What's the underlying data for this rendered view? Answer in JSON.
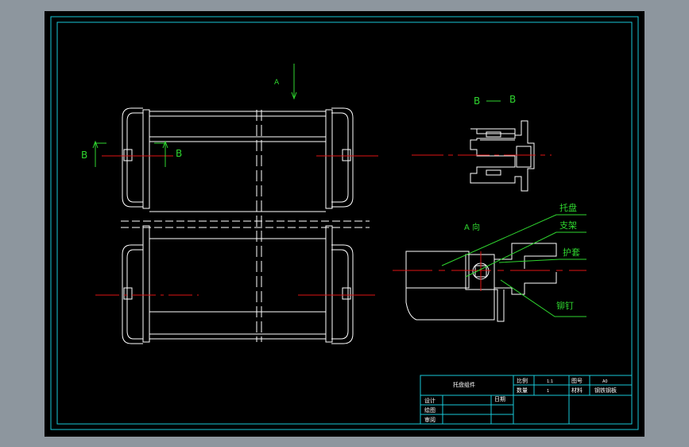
{
  "drawing": {
    "view_a_arrow_label": "A",
    "section_b_left_label": "B",
    "section_b_right_label": "B",
    "section_bb_title_left": "B",
    "section_bb_title_right": "B",
    "view_a_title": "A 向",
    "callouts": {
      "tray": "托盘",
      "bracket": "支架",
      "guard": "护套",
      "rivet": "铆钉"
    }
  },
  "title_block": {
    "name": "托盘组件",
    "scale_label": "比例",
    "scale_value": "1:1",
    "sheet_label": "图号",
    "sheet_value": "A0",
    "qty_label": "数量",
    "qty_value": "1",
    "material_label": "材料",
    "material_value": "钢铁钢板",
    "designer_label": "设计",
    "drafter_label": "绘图",
    "reviewer_label": "审阅",
    "date_label": "日期"
  },
  "colors": {
    "background": "#000000",
    "frame": "#19c8d8",
    "outline": "#ffffff",
    "center_line": "#e01414",
    "annotation": "#2fd62f"
  }
}
